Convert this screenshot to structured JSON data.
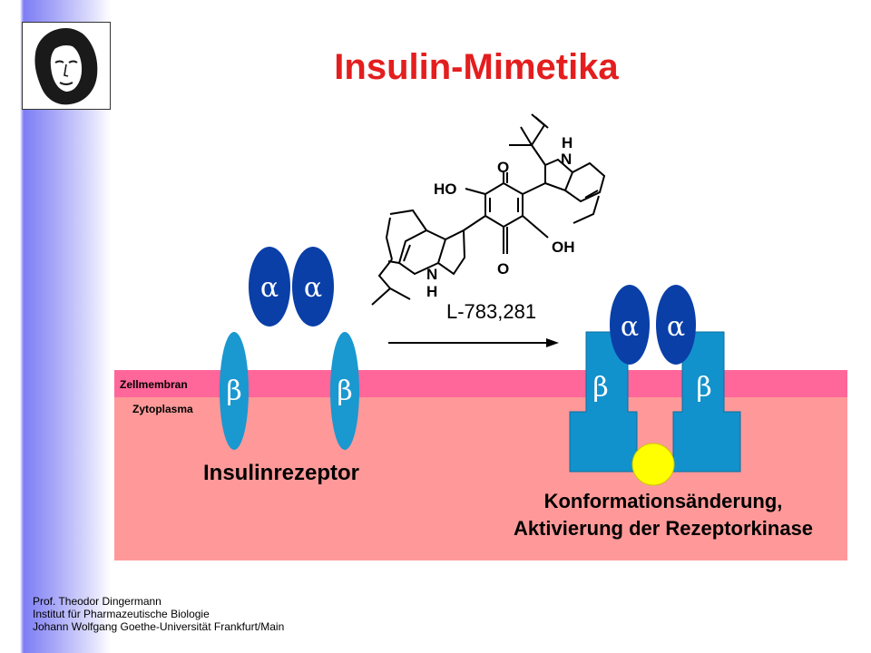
{
  "title": "Insulin-Mimetika",
  "membrane_labels": {
    "zellmembran": "Zellmembran",
    "zytoplasma": "Zytoplasma"
  },
  "compound": {
    "name": "L-783,281",
    "atom_labels": [
      "HO",
      "O",
      "O",
      "OH",
      "H",
      "N",
      "N",
      "H"
    ]
  },
  "receptor": {
    "alpha": "α",
    "beta": "β",
    "left_caption": "Insulinrezeptor",
    "right_caption_line1": "Konformationsänderung,",
    "right_caption_line2": "Aktivierung der Rezeptorkinase"
  },
  "footer": {
    "line1": "Prof. Theodor  Dingermann",
    "line2": "Institut für Pharmazeutische  Biologie",
    "line3": "Johann Wolfgang Goethe-Universität Frankfurt/Main"
  },
  "colors": {
    "title": "#e41e1e",
    "alpha": "#0a3fa8",
    "beta": "#1a98d0",
    "blocks": "#1292cc",
    "membrane": "#ff6699",
    "cytoplasm": "#ff9999",
    "ligand": "#ffff00"
  }
}
